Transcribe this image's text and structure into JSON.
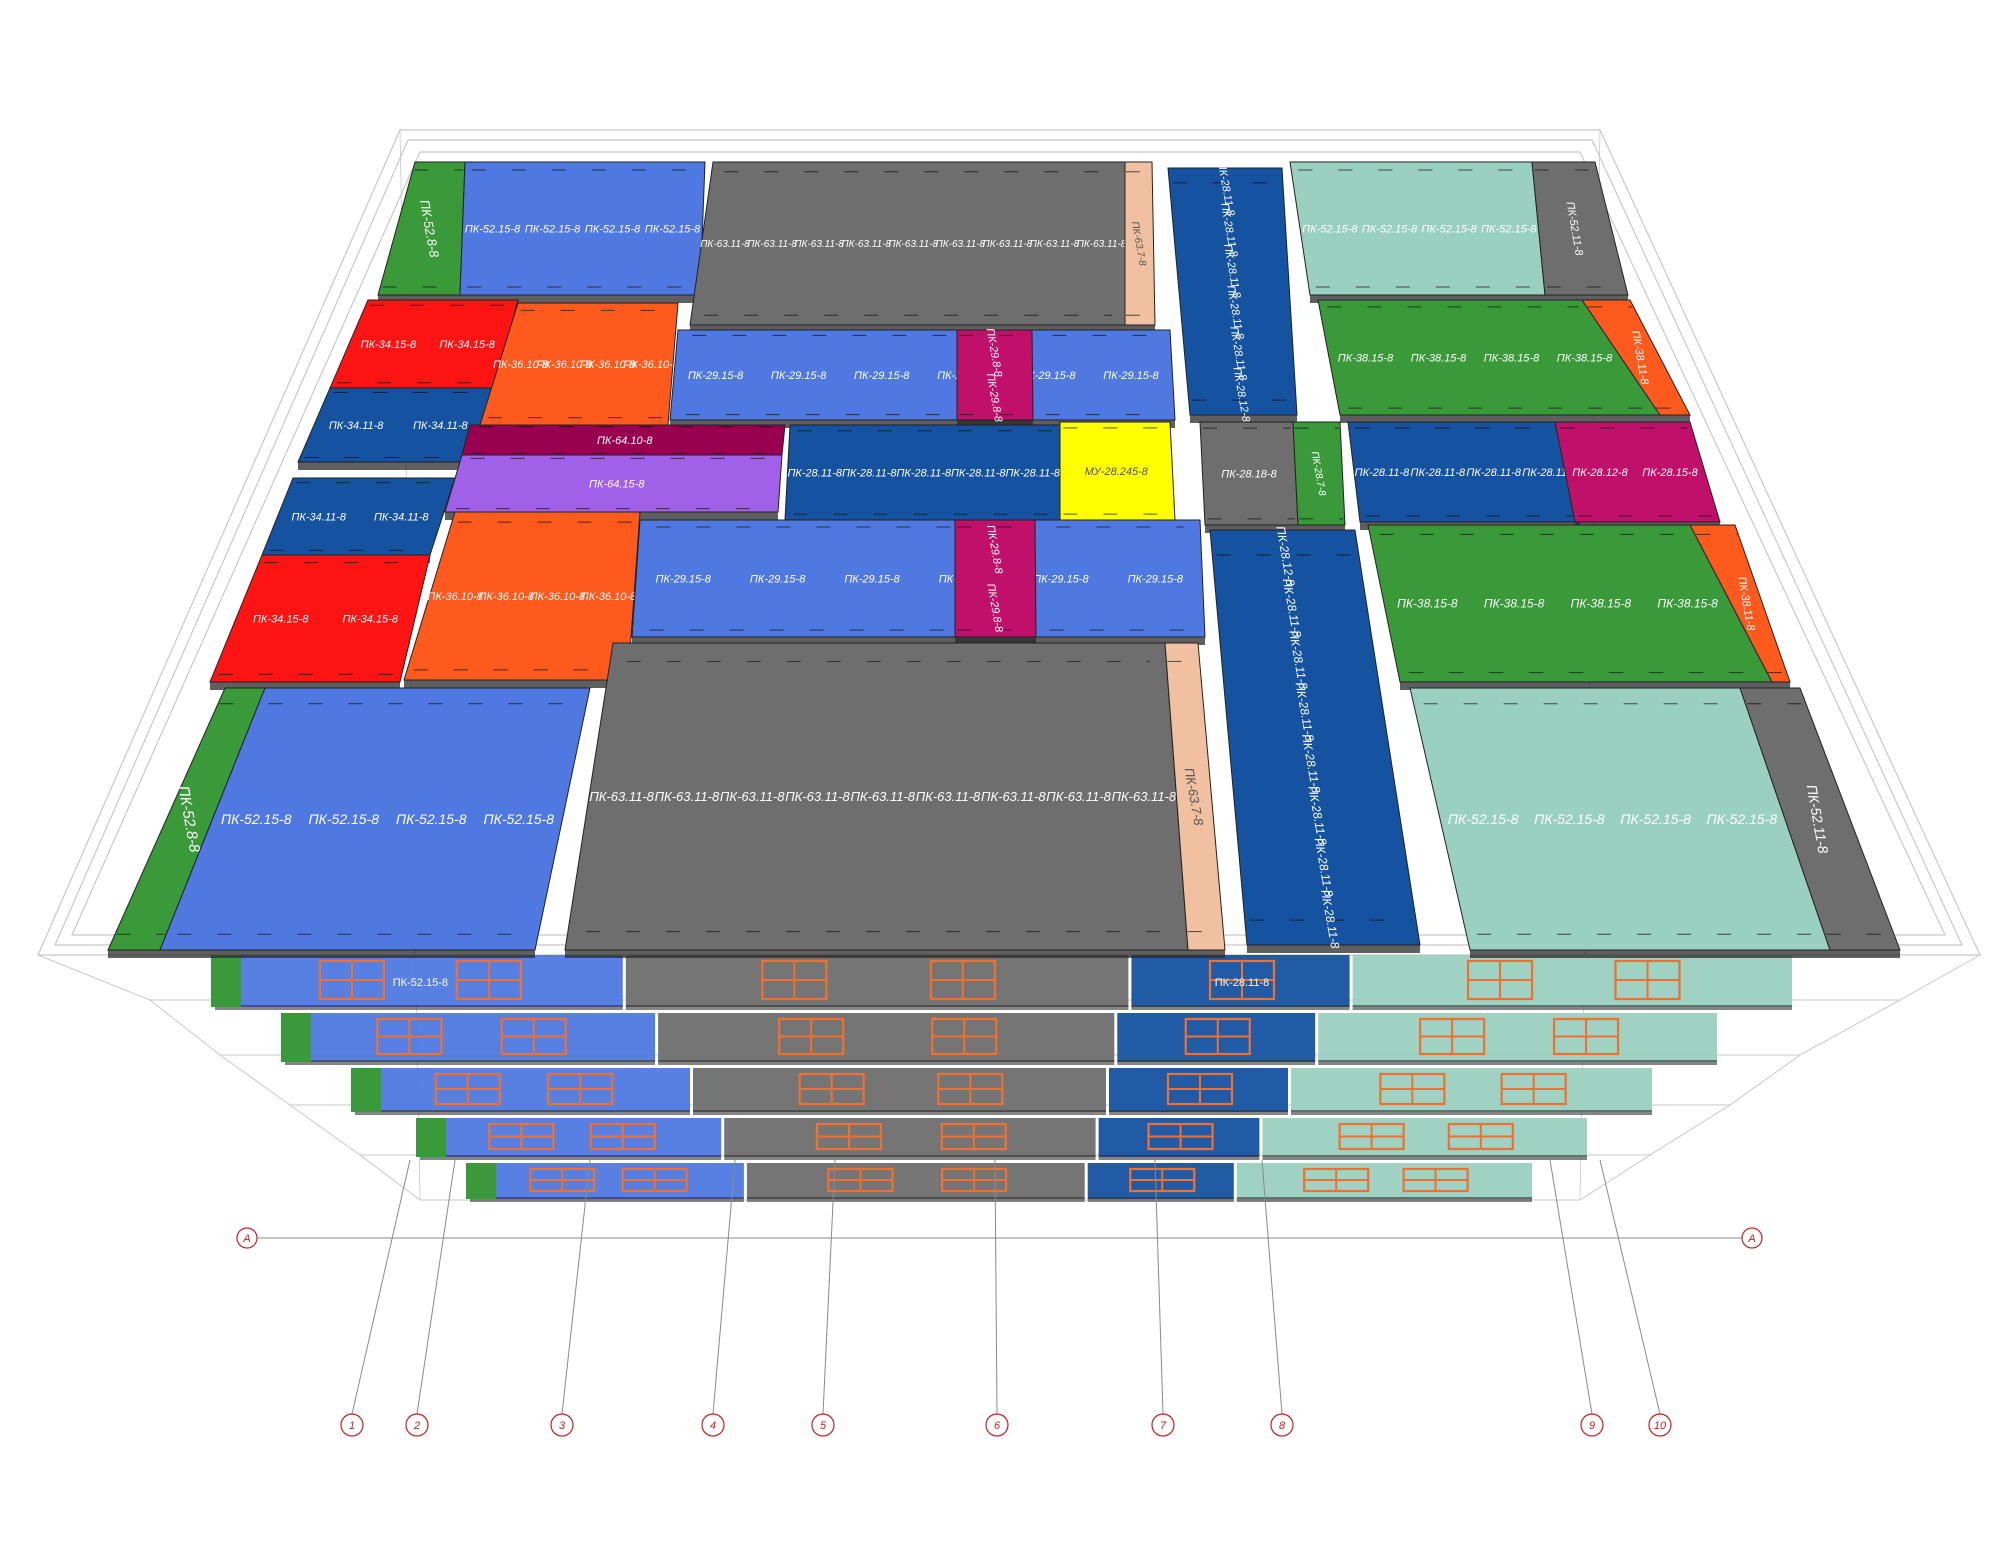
{
  "colors": {
    "blue": "#4f78e0",
    "darkblue": "#1552a0",
    "gray": "#6e6e6e",
    "red": "#ff1414",
    "orange": "#ff5a1e",
    "green": "#3a9a3a",
    "mint": "#9ad0c0",
    "magenta": "#c0106a",
    "maroon": "#9a0050",
    "violet": "#a060e8",
    "yellow": "#ffff00",
    "peach": "#f0c0a0",
    "frame": "#c8c8c8",
    "window": "#f07030",
    "axis": "#8a8a8a",
    "axislabel": "#c02020"
  },
  "panels": [
    {
      "id": "top-green-strip",
      "color": "green",
      "labels": [
        "ПК-52.8-8"
      ]
    },
    {
      "id": "top-left-blue",
      "color": "blue",
      "labels": [
        "ПК-52.15-8",
        "ПК-52.15-8",
        "ПК-52.15-8",
        "ПК-52.15-8"
      ]
    },
    {
      "id": "top-gray",
      "color": "gray",
      "labels": [
        "ПК-63.11-8",
        "ПК-63.11-8",
        "ПК-63.11-8",
        "ПК-63.11-8",
        "ПК-63.11-8",
        "ПК-63.11-8",
        "ПК-63.11-8",
        "ПК-63.11-8",
        "ПК-63.11-8"
      ]
    },
    {
      "id": "top-peach",
      "color": "peach",
      "labels": [
        "ПК-63.7-8"
      ]
    },
    {
      "id": "top-darkblue-vertical",
      "color": "darkblue",
      "labels": [
        "ПК-28.11-8",
        "ПК-28.11-8",
        "ПК-28.11-8",
        "ПК-28.11-8",
        "ПК-28.11-8",
        "ПК-28.12-8"
      ]
    },
    {
      "id": "top-mint",
      "color": "mint",
      "labels": [
        "ПК-52.15-8",
        "ПК-52.15-8",
        "ПК-52.15-8",
        "ПК-52.15-8"
      ]
    },
    {
      "id": "top-right-gray",
      "color": "gray",
      "labels": [
        "ПК-52.11-8"
      ]
    },
    {
      "id": "red-upper-top",
      "color": "red",
      "labels": [
        "ПК-34.15-8",
        "ПК-34.15-8"
      ]
    },
    {
      "id": "darkblue-left-upper",
      "color": "darkblue",
      "labels": [
        "ПК-34.11-8",
        "ПК-34.11-8"
      ]
    },
    {
      "id": "orange-upper",
      "color": "orange",
      "labels": [
        "ПК-36.10-8",
        "ПК-36.10-8",
        "ПК-36.10-8",
        "ПК-36.10-8"
      ]
    },
    {
      "id": "blue-middle-upper",
      "color": "blue",
      "labels": [
        "ПК-29.15-8",
        "ПК-29.15-8",
        "ПК-29.15-8",
        "ПК-29.15-8",
        "ПК-29.15-8",
        "ПК-29.15-8"
      ]
    },
    {
      "id": "magenta-upper",
      "color": "magenta",
      "labels": [
        "ПК-29.8-8",
        "ПК-29.8-8"
      ]
    },
    {
      "id": "green-right-upper",
      "color": "green",
      "labels": [
        "ПК-38.15-8",
        "ПК-38.15-8",
        "ПК-38.15-8",
        "ПК-38.15-8"
      ]
    },
    {
      "id": "orange-right-upper",
      "color": "orange",
      "labels": [
        "ПК-38.11-8"
      ]
    },
    {
      "id": "maroon-band",
      "color": "maroon",
      "labels": [
        "ПК-64.10-8"
      ]
    },
    {
      "id": "violet-band",
      "color": "violet",
      "labels": [
        "ПК-64.15-8"
      ]
    },
    {
      "id": "darkblue-band-center",
      "color": "darkblue",
      "labels": [
        "ПК-28.11-8",
        "ПК-28.11-8",
        "ПК-28.11-8",
        "ПК-28.11-8",
        "ПК-28.11-8"
      ]
    },
    {
      "id": "yellow-block",
      "color": "yellow",
      "labels": [
        "МУ-28.245-8"
      ]
    },
    {
      "id": "gray-small",
      "color": "gray",
      "labels": [
        "ПК-28.18-8"
      ]
    },
    {
      "id": "green-small",
      "color": "green",
      "labels": [
        "ПК-28.7-8"
      ]
    },
    {
      "id": "darkblue-band-right",
      "color": "darkblue",
      "labels": [
        "ПК-28.11-8",
        "ПК-28.11-8",
        "ПК-28.11-8",
        "ПК-28.11-8"
      ]
    },
    {
      "id": "magenta-right",
      "color": "magenta",
      "labels": [
        "ПК-28.12-8",
        "ПК-28.15-8"
      ]
    },
    {
      "id": "darkblue-left-lower",
      "color": "darkblue",
      "labels": [
        "ПК-34.11-8",
        "ПК-34.11-8"
      ]
    },
    {
      "id": "red-lower",
      "color": "red",
      "labels": [
        "ПК-34.15-8",
        "ПК-34.15-8"
      ]
    },
    {
      "id": "orange-lower",
      "color": "orange",
      "labels": [
        "ПК-36.10-8",
        "ПК-36.10-8",
        "ПК-36.10-8",
        "ПК-36.10-8"
      ]
    },
    {
      "id": "blue-middle-lower",
      "color": "blue",
      "labels": [
        "ПК-29.15-8",
        "ПК-29.15-8",
        "ПК-29.15-8",
        "ПК-29.15-8",
        "ПК-29.15-8",
        "ПК-29.15-8"
      ]
    },
    {
      "id": "magenta-lower",
      "color": "magenta",
      "labels": [
        "ПК-29.8-8",
        "ПК-29.8-8"
      ]
    },
    {
      "id": "darkblue-vertical-lower",
      "color": "darkblue",
      "labels": [
        "ПК-28.12-8",
        "ПК-28.11-8",
        "ПК-28.11-8",
        "ПК-28.11-8",
        "ПК-28.11-8",
        "ПК-28.11-8",
        "ПК-28.11-8",
        "ПК-28.11-8"
      ]
    },
    {
      "id": "green-right-lower",
      "color": "green",
      "labels": [
        "ПК-38.15-8",
        "ПК-38.15-8",
        "ПК-38.15-8",
        "ПК-38.15-8"
      ]
    },
    {
      "id": "orange-right-lower",
      "color": "orange",
      "labels": [
        "ПК-38.11-8"
      ]
    },
    {
      "id": "bottom-green-strip",
      "color": "green",
      "labels": [
        "ПК-52.8-8"
      ]
    },
    {
      "id": "bottom-left-blue",
      "color": "blue",
      "labels": [
        "ПК-52.15-8",
        "ПК-52.15-8",
        "ПК-52.15-8",
        "ПК-52.15-8"
      ]
    },
    {
      "id": "bottom-gray",
      "color": "gray",
      "labels": [
        "ПК-63.11-8",
        "ПК-63.11-8",
        "ПК-63.11-8",
        "ПК-63.11-8",
        "ПК-63.11-8",
        "ПК-63.11-8",
        "ПК-63.11-8",
        "ПК-63.11-8",
        "ПК-63.11-8"
      ]
    },
    {
      "id": "bottom-peach",
      "color": "peach",
      "labels": [
        "ПК-63.7-8"
      ]
    },
    {
      "id": "bottom-mint",
      "color": "mint",
      "labels": [
        "ПК-52.15-8",
        "ПК-52.15-8",
        "ПК-52.15-8",
        "ПК-52.15-8"
      ]
    },
    {
      "id": "bottom-right-gray",
      "color": "gray",
      "labels": [
        "ПК-52.11-8"
      ]
    }
  ],
  "lower_floors": [
    {
      "color": "blue",
      "label": "ПК-52.15-8"
    },
    {
      "color": "gray",
      "label": ""
    },
    {
      "color": "darkblue",
      "label": "ПК-28.11-8"
    },
    {
      "color": "mint",
      "label": ""
    }
  ],
  "axis_row_label": "А",
  "axis_numbers": [
    "1",
    "2",
    "3",
    "4",
    "5",
    "6",
    "7",
    "8",
    "9",
    "10"
  ]
}
